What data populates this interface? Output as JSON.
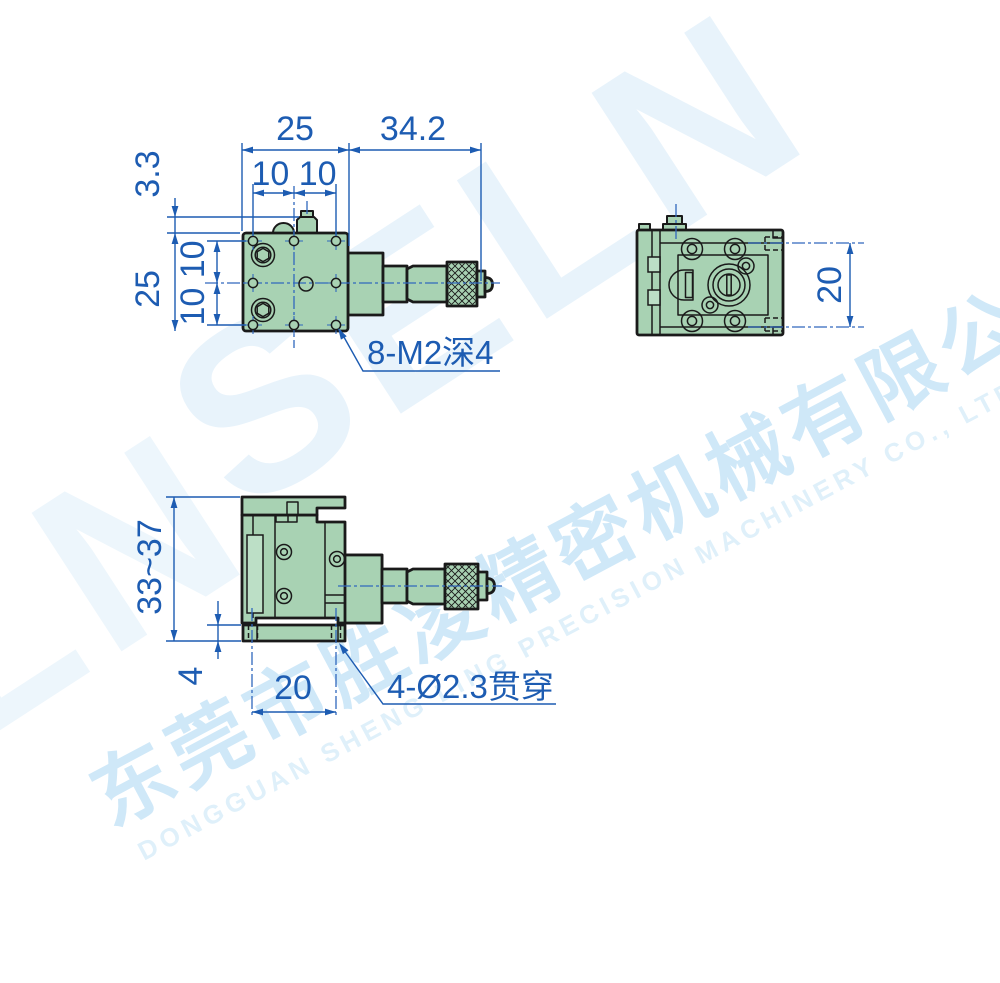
{
  "watermark": {
    "brand": "SELN",
    "brand_partial": "SELN",
    "company_cn": "东莞市胜凌精密机械有限公司",
    "company_en": "DONGGUAN SHENG LING PRECISION MACHINERY CO., LTD."
  },
  "colors": {
    "dimension_blue": "#1d5cb2",
    "centerline_blue": "#3068bd",
    "body_green": "#a8d2b3",
    "outline_black": "#1a1a1a",
    "watermark_light_blue": "#cfe8f8"
  },
  "views": {
    "top": {
      "dim_width": "25",
      "dim_micrometer_length": "34.2",
      "dim_hole_pitch_top": "10 10",
      "dim_knob_step": "3.3",
      "dim_height": "25",
      "dim_hole_pitch_left": "10 10",
      "label_tapped_holes": "8-M2深4"
    },
    "side": {
      "dim_hole_span": "20"
    },
    "front": {
      "dim_height_range": "33~37",
      "dim_base_height": "4",
      "dim_base_hole_span": "20",
      "label_through_holes": "4-Ø2.3贯穿"
    }
  }
}
